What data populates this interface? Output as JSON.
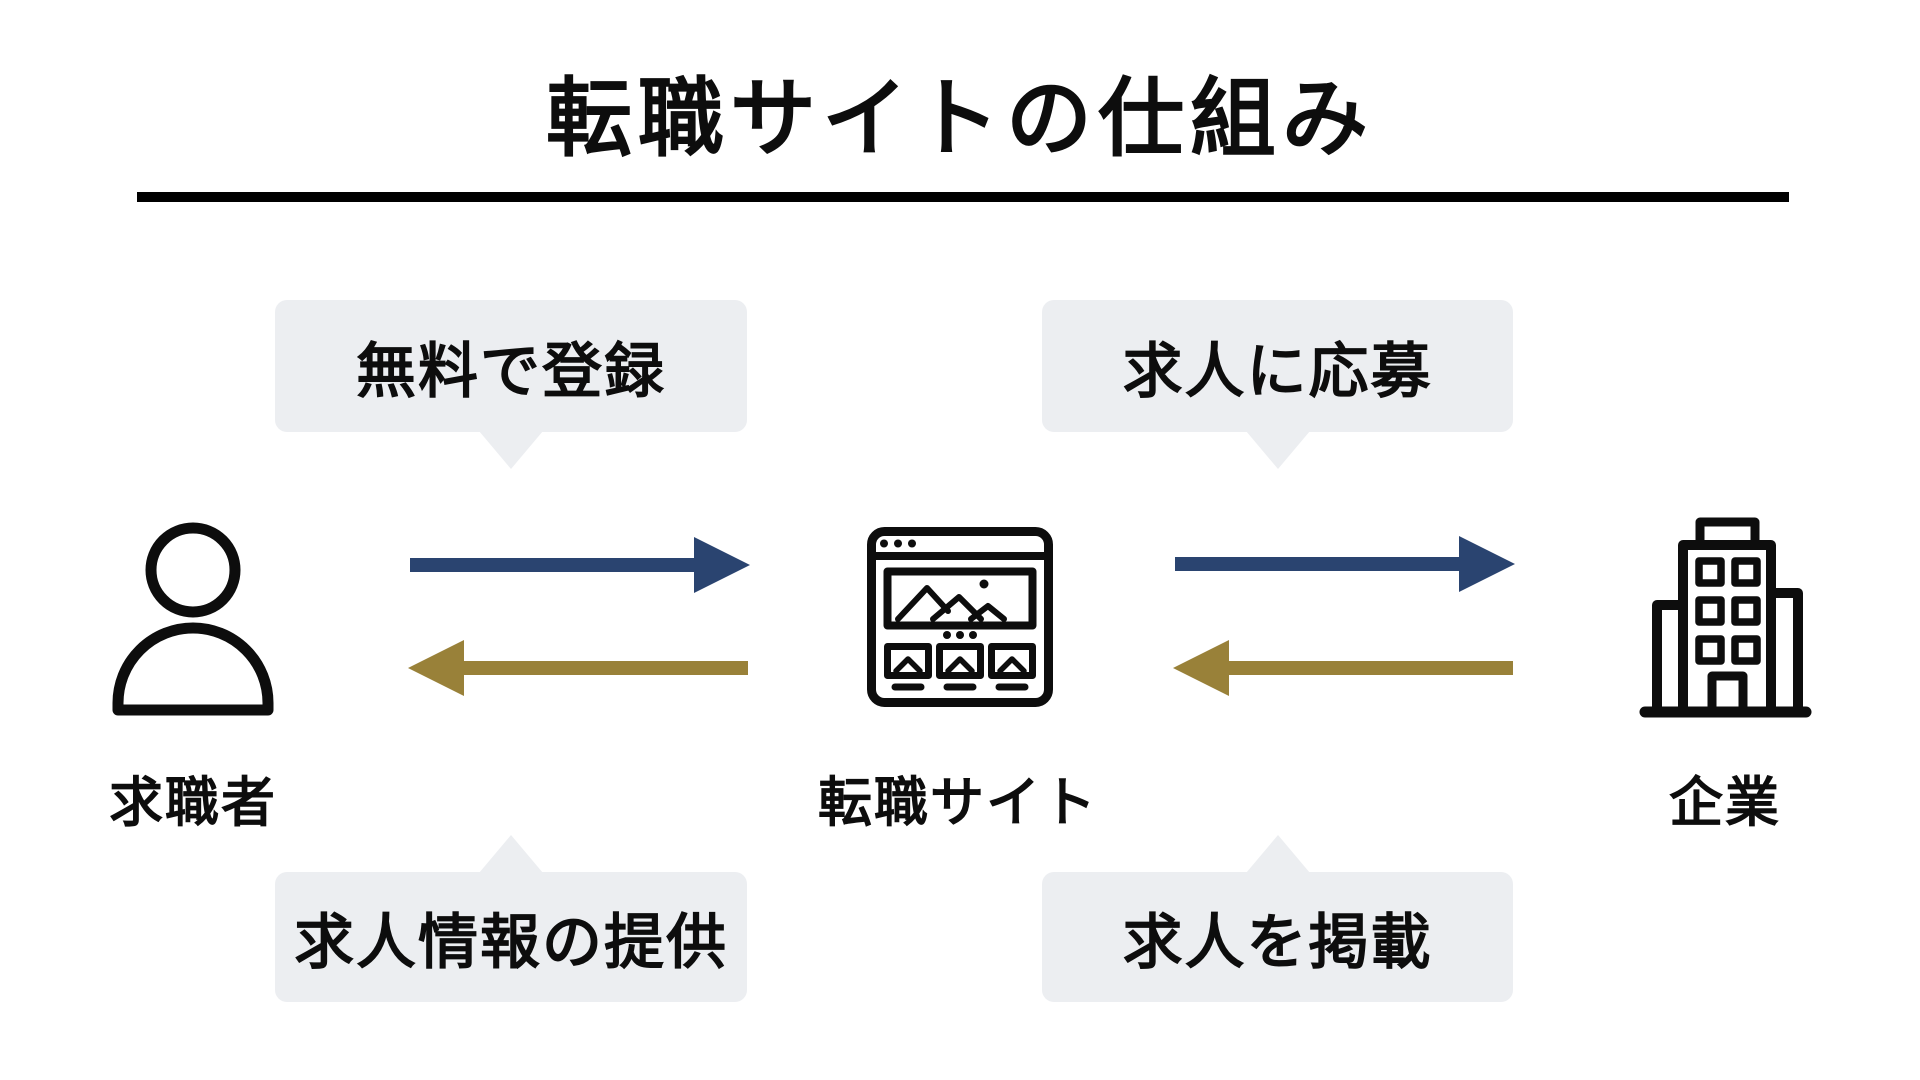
{
  "title": "転職サイトの仕組み",
  "colors": {
    "arrow_blue": "#2a4470",
    "arrow_gold": "#998139",
    "callout_bg": "#eceef1",
    "ink": "#0d0d0d"
  },
  "nodes": [
    {
      "id": "job-seeker",
      "label": "求職者",
      "icon": "person-icon"
    },
    {
      "id": "job-site",
      "label": "転職サイト",
      "icon": "browser-icon"
    },
    {
      "id": "company",
      "label": "企業",
      "icon": "building-icon"
    }
  ],
  "callouts": {
    "register": "無料で登録",
    "apply": "求人に応募",
    "provide": "求人情報の提供",
    "post": "求人を掲載"
  },
  "arrows": {
    "seeker_to_site": {
      "direction": "right",
      "color": "#2a4470"
    },
    "site_to_seeker": {
      "direction": "left",
      "color": "#998139"
    },
    "site_to_company": {
      "direction": "right",
      "color": "#2a4470"
    },
    "company_to_site": {
      "direction": "left",
      "color": "#998139"
    }
  }
}
